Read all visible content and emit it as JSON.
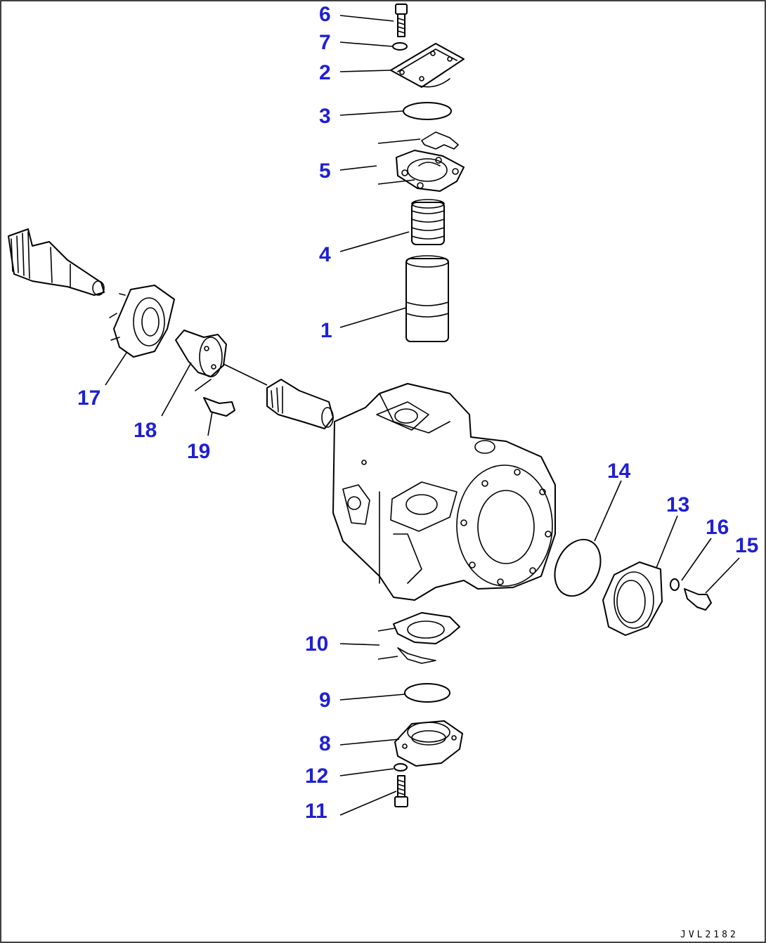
{
  "drawing_code": "JVL2182",
  "callouts": [
    {
      "id": "6",
      "label": "6"
    },
    {
      "id": "7",
      "label": "7"
    },
    {
      "id": "2",
      "label": "2"
    },
    {
      "id": "3",
      "label": "3"
    },
    {
      "id": "5",
      "label": "5"
    },
    {
      "id": "4",
      "label": "4"
    },
    {
      "id": "1",
      "label": "1"
    },
    {
      "id": "17",
      "label": "17"
    },
    {
      "id": "18",
      "label": "18"
    },
    {
      "id": "19",
      "label": "19"
    },
    {
      "id": "14",
      "label": "14"
    },
    {
      "id": "13",
      "label": "13"
    },
    {
      "id": "16",
      "label": "16"
    },
    {
      "id": "15",
      "label": "15"
    },
    {
      "id": "10",
      "label": "10"
    },
    {
      "id": "9",
      "label": "9"
    },
    {
      "id": "8",
      "label": "8"
    },
    {
      "id": "12",
      "label": "12"
    },
    {
      "id": "11",
      "label": "11"
    }
  ],
  "colors": {
    "callout": "#1f1fd6",
    "line": "#000000",
    "background": "#ffffff"
  }
}
